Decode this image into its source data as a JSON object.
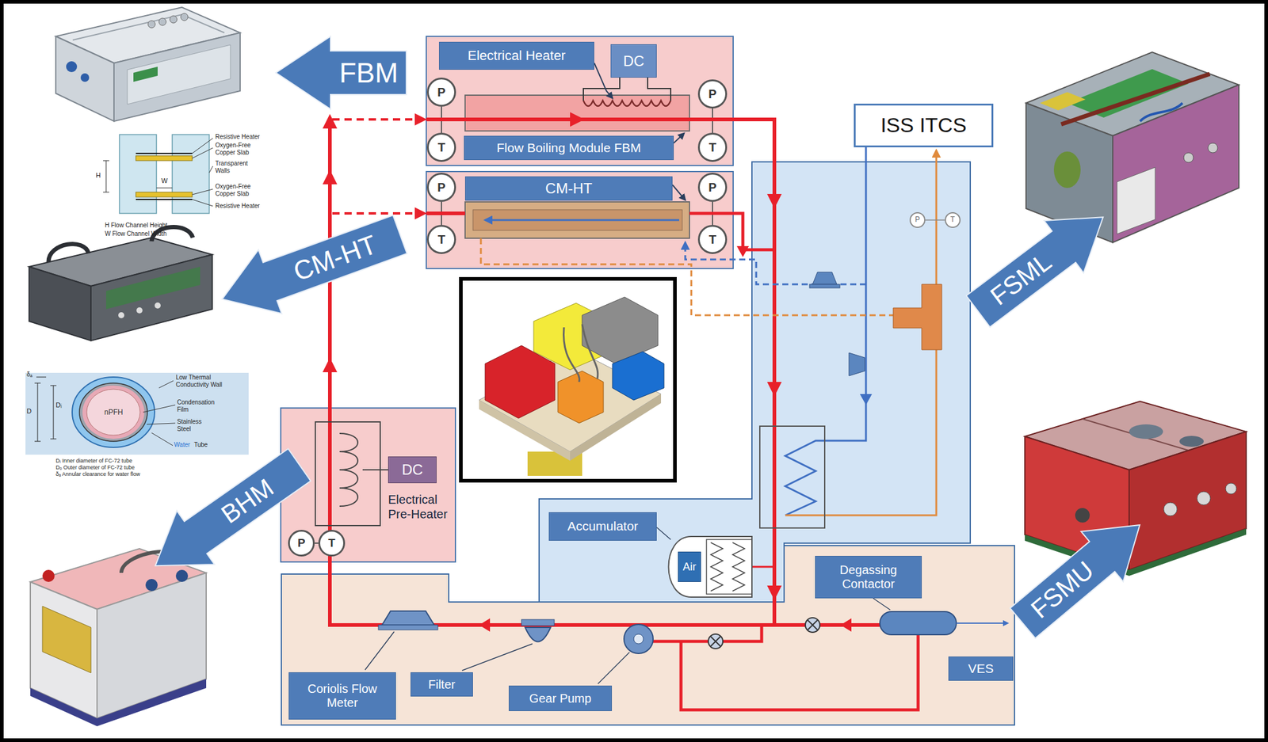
{
  "diagram": {
    "nodes": [
      {
        "text": [
          "FBM"
        ]
      },
      {
        "text": [
          "CM-HT"
        ]
      },
      {
        "text": [
          "BHM"
        ]
      },
      {
        "text": [
          "FSML"
        ]
      },
      {
        "text": [
          "FSMU"
        ]
      },
      {
        "text": [
          "Electrical Heater"
        ]
      },
      {
        "text": [
          "DC"
        ]
      },
      {
        "text": [
          "Flow Boiling Module FBM"
        ]
      },
      {
        "text": [
          "P"
        ]
      },
      {
        "text": [
          "T"
        ]
      },
      {
        "text": [
          "P"
        ]
      },
      {
        "text": [
          "T"
        ]
      },
      {
        "text": [
          "CM-HT"
        ]
      },
      {
        "text": [
          "P"
        ]
      },
      {
        "text": [
          "T"
        ]
      },
      {
        "text": [
          "P"
        ]
      },
      {
        "text": [
          "T"
        ]
      },
      {
        "text": [
          "ISS ITCS"
        ]
      },
      {
        "text": [
          "P"
        ]
      },
      {
        "text": [
          "T"
        ]
      },
      {
        "text": [
          "DC"
        ]
      },
      {
        "text": [
          "P"
        ]
      },
      {
        "text": [
          "T"
        ]
      },
      {
        "text": [
          "Accumulator"
        ]
      },
      {
        "text": [
          "Air"
        ]
      },
      {
        "text": [
          "Degassing Contactor"
        ]
      },
      {
        "text": [
          "VES"
        ]
      },
      {
        "text": [
          "Coriolis Flow Meter"
        ]
      },
      {
        "text": [
          "Filter"
        ]
      },
      {
        "text": [
          "Gear Pump"
        ]
      }
    ],
    "labels": [
      "Electrical Pre-Heater",
      "Resistive Heater",
      "Oxygen-Free Copper Slab",
      "Transparent Walls",
      "Oxygen-Free Copper Slab",
      "Resistive Heater",
      "H",
      "W",
      "H Flow Channel Height",
      "W Flow Channel Width",
      "Low Thermal Conductivity Wall",
      "Condensation Film",
      "Stainless Steel",
      "Water",
      "Tube",
      "nPFH",
      "δₐ",
      "D",
      "Dᵢ",
      "Dᵢ Inner diameter of FC-72 tube",
      "Dₒ Outer diameter of FC-72 tube",
      "δₐ Annular clearance for water flow"
    ]
  }
}
